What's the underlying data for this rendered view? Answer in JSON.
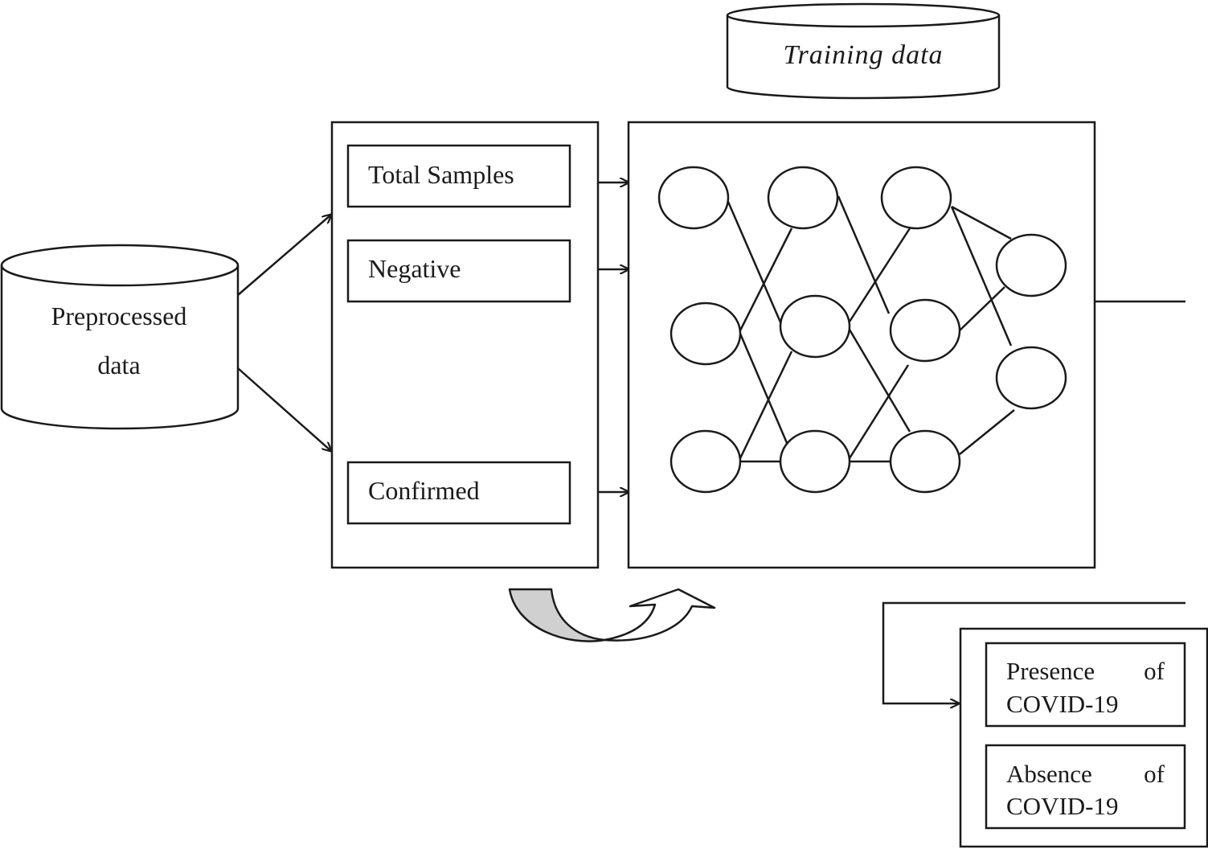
{
  "source": {
    "line1": "Preprocessed",
    "line2": "data"
  },
  "training": {
    "label": "Training data"
  },
  "categories": {
    "total": "Total Samples",
    "negative": "Negative",
    "confirmed": "Confirmed"
  },
  "outputs": {
    "presence": {
      "word1": "Presence",
      "word2": "of",
      "line2": "COVID-19"
    },
    "absence": {
      "word1": "Absence",
      "word2": "of",
      "line2": "COVID-19"
    }
  }
}
